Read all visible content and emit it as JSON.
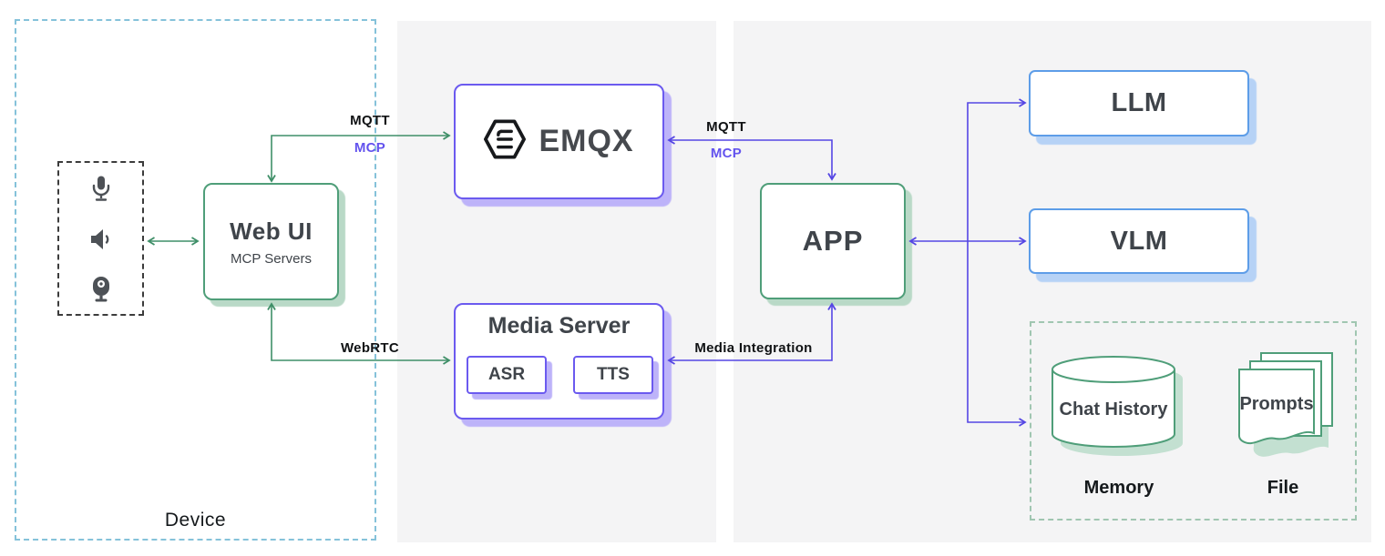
{
  "diagram": {
    "device_group": {
      "label": "Device",
      "peripherals": [
        "microphone",
        "speaker",
        "webcam"
      ],
      "web_ui": {
        "title": "Web UI",
        "subtitle": "MCP Servers"
      }
    },
    "emqx": {
      "label": "EMQX"
    },
    "media_server": {
      "title": "Media Server",
      "asr": "ASR",
      "tts": "TTS"
    },
    "app": {
      "label": "APP"
    },
    "llm": {
      "label": "LLM"
    },
    "vlm": {
      "label": "VLM"
    },
    "storage_group": {
      "chat_history": "Chat History",
      "chat_history_caption": "Memory",
      "prompts": "Prompts",
      "prompts_caption": "File"
    },
    "edges": {
      "webui_emqx": {
        "label_top": "MQTT",
        "label_bottom": "MCP"
      },
      "webui_mediaserver": {
        "label": "WebRTC"
      },
      "emqx_app": {
        "label_top": "MQTT",
        "label_bottom": "MCP"
      },
      "mediaserver_app": {
        "label": "Media Integration"
      }
    },
    "colors": {
      "green_border": "#4f9e79",
      "green_shadow": "#b9d9c7",
      "purple_border": "#6b5aef",
      "purple_shadow": "#bdb3f9",
      "blue_border": "#5d9de8",
      "blue_shadow": "#b6d2f6",
      "arrow_green": "#3f8f68",
      "arrow_purple": "#5546e4",
      "device_dash_border": "#85c2da",
      "storage_dash_border": "#a0c6b1",
      "panel_background": "#f4f4f5",
      "node_text": "#3f444a",
      "mcp_label": "#6353ee"
    }
  }
}
